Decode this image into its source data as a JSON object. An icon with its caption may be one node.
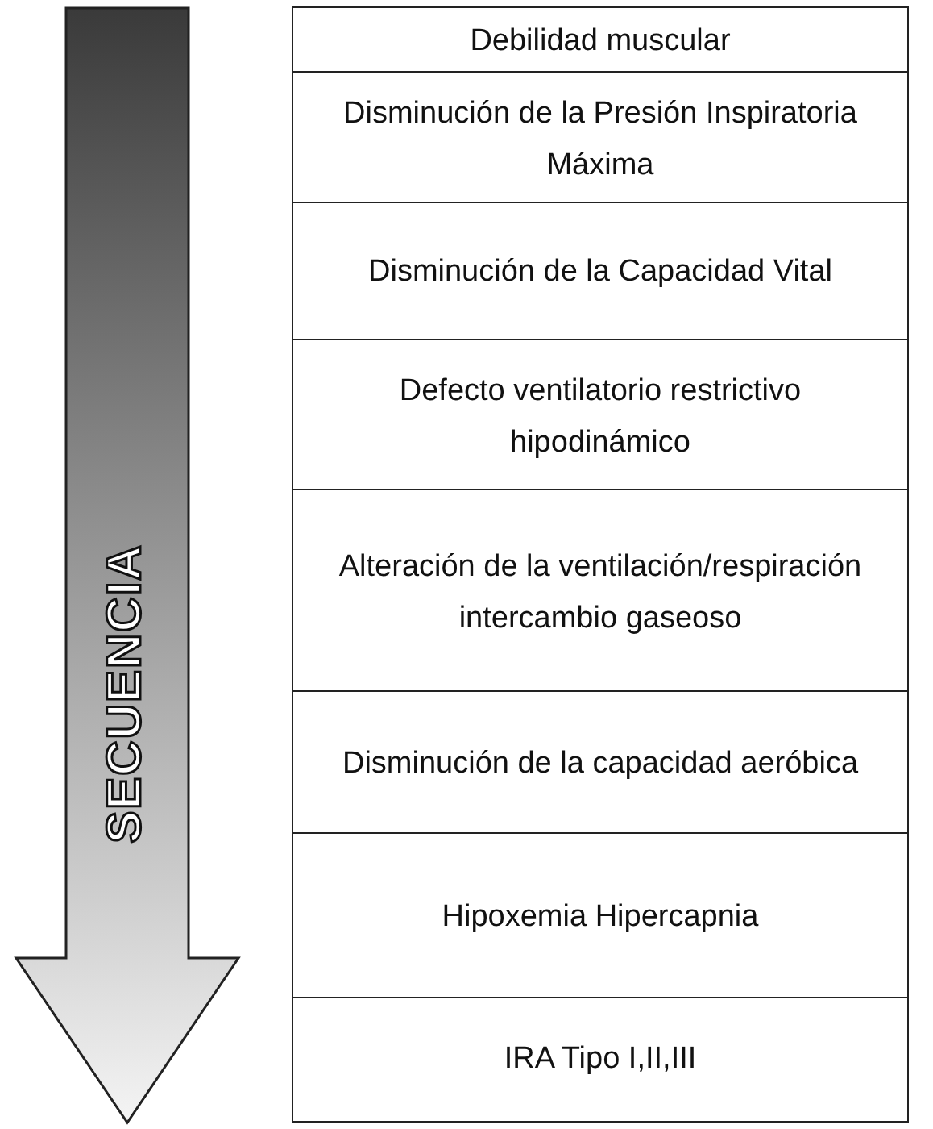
{
  "diagram": {
    "nodes": [
      {
        "text": [
          "Debilidad muscular"
        ]
      },
      {
        "text": [
          "Disminución de la Presión Inspiratoria Máxima"
        ]
      },
      {
        "text": [
          "Disminución de la Capacidad Vital"
        ]
      },
      {
        "text": [
          "Defecto ventilatorio restrictivo hipodinámico"
        ]
      },
      {
        "text": [
          "Alteración de la ventilación/respiración intercambio gaseoso"
        ]
      },
      {
        "text": [
          "Disminución de la capacidad aeróbica"
        ]
      },
      {
        "text": [
          "Hipoxemia Hipercapnia"
        ]
      },
      {
        "text": [
          "IRA Tipo I,II,III"
        ]
      }
    ],
    "labels": [
      "SECUENCIA"
    ]
  }
}
